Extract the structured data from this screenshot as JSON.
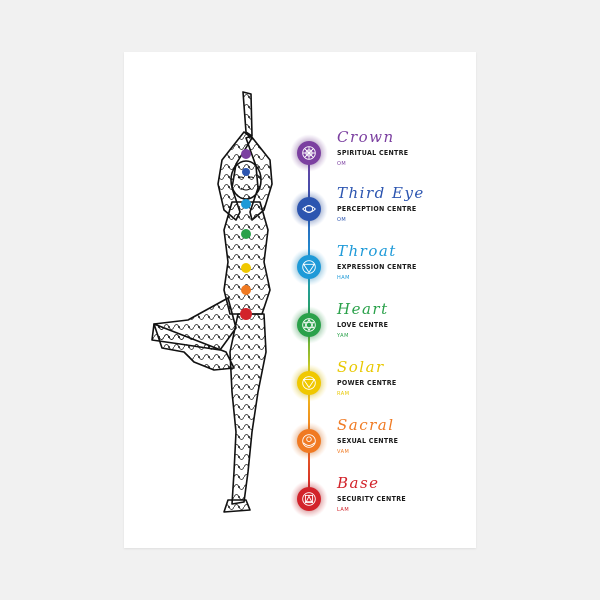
{
  "chakras": [
    {
      "title": "Crown",
      "subtitle": "SPIRITUAL CENTRE",
      "mantra": "OM",
      "color": "#7b3fa0"
    },
    {
      "title": "Third Eye",
      "subtitle": "PERCEPTION CENTRE",
      "mantra": "OM",
      "color": "#2c55b0"
    },
    {
      "title": "Throat",
      "subtitle": "EXPRESSION CENTRE",
      "mantra": "HAM",
      "color": "#1e9ad8"
    },
    {
      "title": "Heart",
      "subtitle": "LOVE CENTRE",
      "mantra": "YAM",
      "color": "#2aa14a"
    },
    {
      "title": "Solar",
      "subtitle": "POWER CENTRE",
      "mantra": "RAM",
      "color": "#e8c800"
    },
    {
      "title": "Sacral",
      "subtitle": "SEXUAL CENTRE",
      "mantra": "VAM",
      "color": "#f07a22"
    },
    {
      "title": "Base",
      "subtitle": "SECURITY CENTRE",
      "mantra": "LAM",
      "color": "#d2232a"
    }
  ],
  "figure": {
    "description_icon": "yoga-tree-pose-figure-icon"
  }
}
